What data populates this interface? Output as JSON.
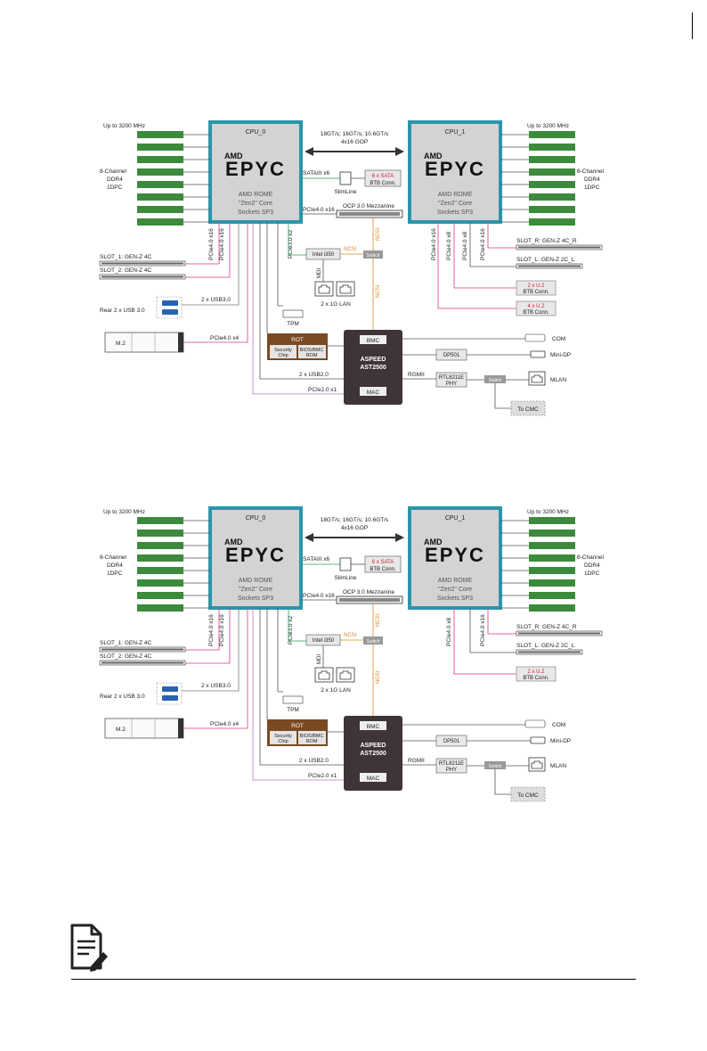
{
  "page": {
    "note_icon": "note-pencil-icon"
  },
  "colors": {
    "cpu_fill": "#d3d3d3",
    "cpu_stroke": "#2c95a9",
    "dimm": "#3c8a3c",
    "bmc": "#3f3536",
    "rot": "#7a4a22",
    "pcie_line": "#d63a8a",
    "ncsi": "#d88a2a",
    "sata_line": "#2d9a5a",
    "usb_line": "#777777",
    "alt_line": "#b37bc4",
    "red_text": "#cc2233"
  },
  "diagrams": [
    {
      "cpu0": {
        "title": "CPU_0",
        "brand_small": "AMD",
        "brand_big": "EPYC",
        "desc1": "AMD ROME",
        "desc2": "\"Zen2\" Core",
        "desc3": "Sockets SP3"
      },
      "cpu1": {
        "title": "CPU_1",
        "brand_small": "AMD",
        "brand_big": "EPYC",
        "desc1": "AMD ROME",
        "desc2": "\"Zen2\" Core",
        "desc3": "Sockets SP3"
      },
      "link": {
        "line1": "18GT/s; 16GT/s; 10.6GT/s",
        "line2": "4x16 GOP"
      },
      "mem_left": {
        "freq": "Up to 3200 MHz",
        "l1": "8-Channel",
        "l2": "DDR4",
        "l3": "1DPC"
      },
      "mem_right": {
        "freq": "Up to 3200 MHz",
        "l1": "8-Channel",
        "l2": "DDR4",
        "l3": "1DPC"
      },
      "sata": {
        "label": "SATAIII x6",
        "box1": "6 x SATA",
        "box2": "BTB Conn.",
        "slimline": "SlimLine"
      },
      "ocp": {
        "bus": "PCIe4.0 x16",
        "label": "OCP 3.0 Mezzanine"
      },
      "left_buses": [
        "PCIe4.0 x16",
        "PCIe4.0 x16"
      ],
      "slot1": "SLOT_1: GEN-Z 4C",
      "slot2": "SLOT_2: GEN-Z 4C",
      "usb": {
        "rear": "Rear 2 x USB 3.0",
        "bus": "2 x USB3.0"
      },
      "m2": {
        "label": "M.2",
        "bus": "PCIe4.0 x4"
      },
      "lan": {
        "bus": "PCIe3.0 x2",
        "ncsi_h": "NCSI",
        "ncsi_v1": "NCSI",
        "ncsi_v2": "NCSI",
        "nic": "Intel i350",
        "switch": "Switch",
        "mdi": "MDI",
        "label": "2 x 1G LAN"
      },
      "tpm": "TPM",
      "rot": {
        "title": "ROT",
        "chip1": "Security",
        "chip2": "Chip",
        "rom1": "BIOS/BMC",
        "rom2": "ROM"
      },
      "bmc": {
        "top": "BMC",
        "name1": "ASPEED",
        "name2": "AST2500",
        "mac": "MAC"
      },
      "bmc_buses": {
        "usb2": "2 x USB2.0",
        "pcie2": "PCIe2.0 x1",
        "rgmii": "RGMII"
      },
      "right_io": {
        "com": "COM",
        "dp_chip": "DP501",
        "mini_dp": "Mini-DP",
        "phy1": "RTL8211E",
        "phy2": "PHY",
        "switch": "Switch",
        "mlan": "MLAN",
        "cmc": "To CMC"
      },
      "right_buses": [
        "PCIe4.0 x16",
        "PCIe4.0 x8",
        "PCIe4.0 x8",
        "PCIe4.0 x16"
      ],
      "slot_r": "SLOT_R: GEN-Z 4C_R",
      "slot_l": "SLOT_L: GEN-Z 2C_L",
      "u2_a": {
        "l1": "2 x U.2",
        "l2": "BTB Conn."
      },
      "u2_b": {
        "l1": "4 x U.2",
        "l2": "BTB Conn."
      }
    },
    {
      "cpu0": {
        "title": "CPU_0",
        "brand_small": "AMD",
        "brand_big": "EPYC",
        "desc1": "AMD ROME",
        "desc2": "\"Zen2\" Core",
        "desc3": "Sockets SP3"
      },
      "cpu1": {
        "title": "CPU_1",
        "brand_small": "AMD",
        "brand_big": "EPYC",
        "desc1": "AMD ROME",
        "desc2": "\"Zen2\" Core",
        "desc3": "Sockets SP3"
      },
      "link": {
        "line1": "18GT/s; 16GT/s; 10.6GT/s",
        "line2": "4x16 GOP"
      },
      "mem_left": {
        "freq": "Up to 3200 MHz",
        "l1": "8-Channel",
        "l2": "DDR4",
        "l3": "1DPC"
      },
      "mem_right": {
        "freq": "Up to 3200 MHz",
        "l1": "8-Channel",
        "l2": "DDR4",
        "l3": "1DPC"
      },
      "sata": {
        "label": "SATAIII x6",
        "box1": "6 x SATA",
        "box2": "BTB Conn.",
        "slimline": "SlimLine"
      },
      "ocp": {
        "bus": "PCIe4.0 x16",
        "label": "OCP 3.0 Mezzanine"
      },
      "left_buses": [
        "PCIe4.0 x16",
        "PCIe4.0 x16"
      ],
      "slot1": "SLOT_1: GEN-Z 4C",
      "slot2": "SLOT_2: GEN-Z 4C",
      "usb": {
        "rear": "Rear 2 x USB 3.0",
        "bus": "2 x USB3.0"
      },
      "m2": {
        "label": "M.2",
        "bus": "PCIe4.0 x4"
      },
      "lan": {
        "bus": "PCIe3.0 x2",
        "ncsi_h": "NCSI",
        "ncsi_v1": "NCSI",
        "ncsi_v2": "NCSI",
        "nic": "Intel i350",
        "switch": "Switch",
        "mdi": "MDI",
        "label": "2 x 1G LAN"
      },
      "tpm": "TPM",
      "rot": {
        "title": "ROT",
        "chip1": "Security",
        "chip2": "Chip",
        "rom1": "BIOS/BMC",
        "rom2": "ROM"
      },
      "bmc": {
        "top": "BMC",
        "name1": "ASPEED",
        "name2": "AST2500",
        "mac": "MAC"
      },
      "bmc_buses": {
        "usb2": "2 x USB2.0",
        "pcie2": "PCIe2.0 x1",
        "rgmii": "RGMII"
      },
      "right_io": {
        "com": "COM",
        "dp_chip": "DP501",
        "mini_dp": "Mini-DP",
        "phy1": "RTL8211E",
        "phy2": "PHY",
        "switch": "Switch",
        "mlan": "MLAN",
        "cmc": "To CMC"
      },
      "right_buses": [
        "PCIe4.0 x8",
        "PCIe4.0 x16"
      ],
      "slot_r": "SLOT_R: GEN-Z 4C_R",
      "slot_l": "SLOT_L: GEN-Z 2C_L",
      "u2_a": {
        "l1": "2 x U.2",
        "l2": "BTB Conn."
      }
    }
  ]
}
